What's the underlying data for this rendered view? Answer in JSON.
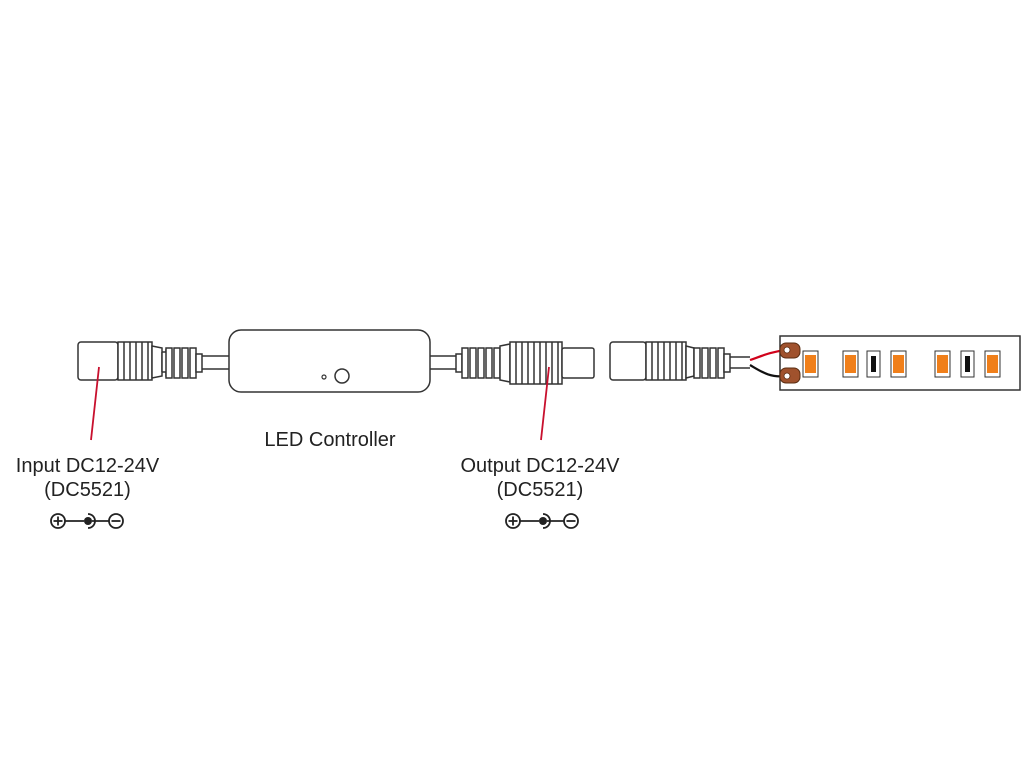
{
  "diagram": {
    "controller_label": "LED Controller",
    "input": {
      "line1": "Input DC12-24V",
      "line2": "(DC5521)"
    },
    "output": {
      "line1": "Output DC12-24V",
      "line2": "(DC5521)"
    }
  },
  "colors": {
    "outline": "#333333",
    "callout": "#c8102e",
    "led": "#f07f1a",
    "wire_red": "#d0021b",
    "wire_black": "#111111",
    "pad": "#a0522d"
  },
  "icons": [
    "polarity-center-positive-icon"
  ]
}
